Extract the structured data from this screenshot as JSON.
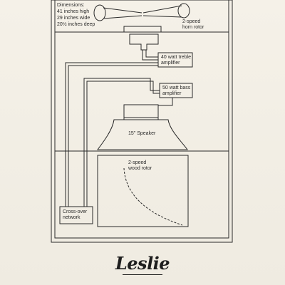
{
  "dimensions": {
    "heading": "Dimensions:",
    "height": "41 inches high",
    "width": "29 inches wide",
    "depth": "20½ inches deep"
  },
  "components": {
    "horn_rotor": "2-speed\nhorn rotor",
    "treble_amp": "40 watt treble\namplifier",
    "bass_amp": "50 watt bass\namplifier",
    "speaker": "15\" Speaker",
    "wood_rotor": "2-speed\nwood rotor",
    "crossover": "Cross-over\nnetwork"
  },
  "brand": {
    "logo": "Leslie"
  },
  "colors": {
    "line": "#2a2a2a",
    "paper": "#f3efe6"
  }
}
